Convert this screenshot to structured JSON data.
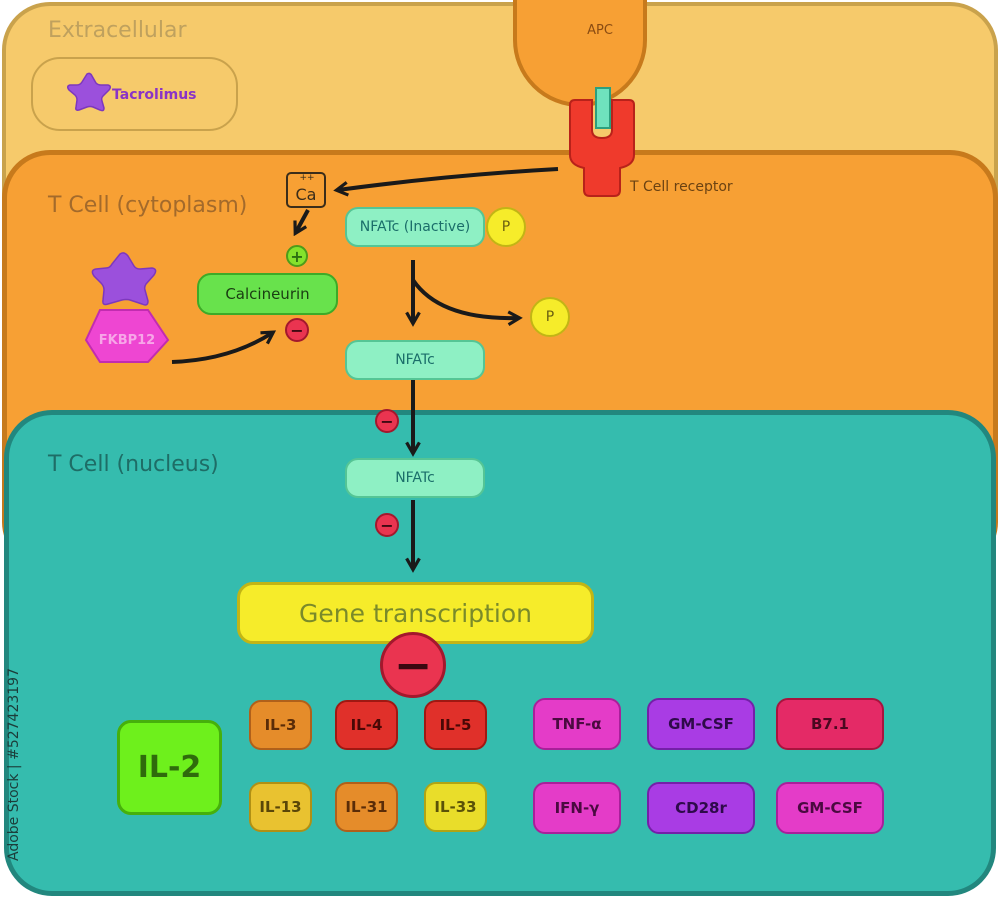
{
  "regions": {
    "extracellular": "Extracellular",
    "cytoplasm": "T Cell (cytoplasm)",
    "nucleus": "T Cell (nucleus)"
  },
  "apc": "APC",
  "tcell_receptor": "T Cell receptor",
  "drug": "Tacrolimus",
  "calcium": {
    "ion": "Ca",
    "charge": "++"
  },
  "fkbp12": "FKBP12",
  "calcineurin": "Calcineurin",
  "nfatc_inactive": "NFATc (Inactive)",
  "phosphate": "P",
  "nfatc": "NFATc",
  "plus": "+",
  "minus": "−",
  "gene_transcription": "Gene transcription",
  "cytokines": {
    "il2": "IL-2",
    "il3": "IL-3",
    "il4": "IL-4",
    "il5": "IL-5",
    "il13": "IL-13",
    "il31": "IL-31",
    "il33": "IL-33",
    "tnf": "TNF-α",
    "gmcsf_1": "GM-CSF",
    "b71": "B7.1",
    "ifn": "IFN-γ",
    "cd28r": "CD28r",
    "gmcsf_2": "GM-CSF"
  },
  "watermark": "Adobe Stock | #527423197",
  "colors": {
    "extracellular": "#f6ca6b",
    "cytoplasm": "#f7a034",
    "nucleus": "#35bcae",
    "tacrolimus": "#9b50dc",
    "receptor": "#ef3a2c",
    "fkbp12": "#ee46d2",
    "calcineurin": "#68e24c",
    "nfatc": "#8ef0c4",
    "gene_transcription": "#f6ec2a",
    "inhibit": "#ea3450"
  }
}
